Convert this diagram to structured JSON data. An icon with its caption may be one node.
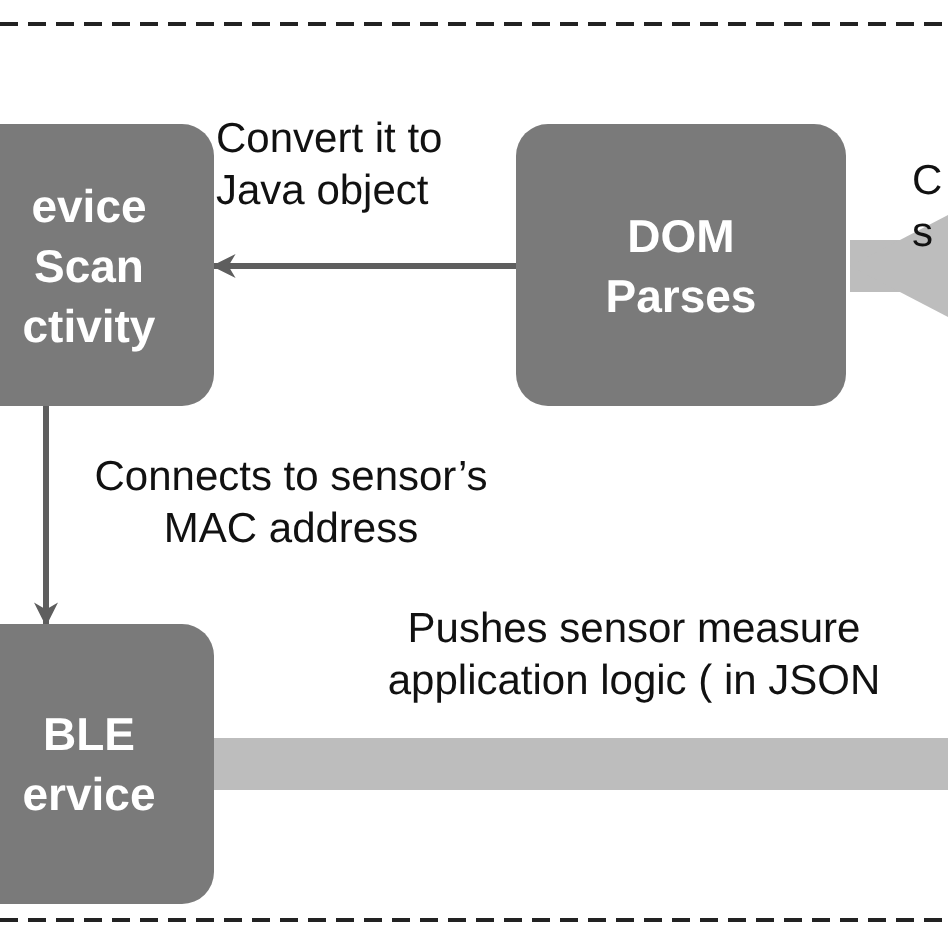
{
  "diagram": {
    "nodes": [
      {
        "text": [
          "evice Scan ctivity"
        ]
      },
      {
        "text": [
          "DOM Parses"
        ]
      },
      {
        "text": [
          "BLE ervice"
        ]
      }
    ],
    "edges": [
      {
        "from": 1,
        "to": 0,
        "arrow": "to",
        "label": "Convert it to Java object"
      },
      {
        "from": 0,
        "to": 2,
        "arrow": "to",
        "label": "Connects to sensor’s MAC address"
      },
      {
        "from": null,
        "to": 1,
        "arrow": "to",
        "style": "thick",
        "color": "#bdbdbd"
      },
      {
        "from": 2,
        "to": null,
        "arrow": "none",
        "style": "thick",
        "color": "#bdbdbd",
        "label": "Pushes sensor measure application logic ( in JSON"
      }
    ],
    "labels": [
      "C s"
    ]
  }
}
